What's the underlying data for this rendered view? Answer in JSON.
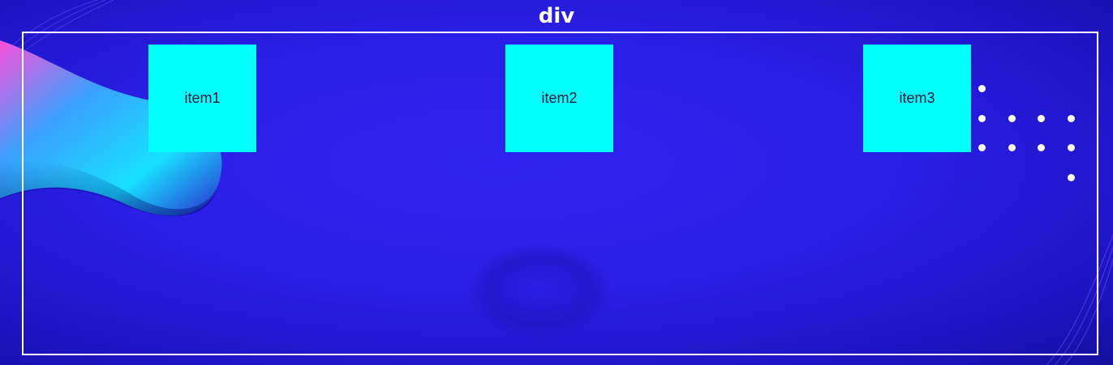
{
  "title": "div",
  "items": [
    {
      "label": "item1"
    },
    {
      "label": "item2"
    },
    {
      "label": "item3"
    }
  ],
  "colors": {
    "background": "#2a1fe6",
    "item_fill": "#00ffff",
    "border": "#ffffff"
  }
}
